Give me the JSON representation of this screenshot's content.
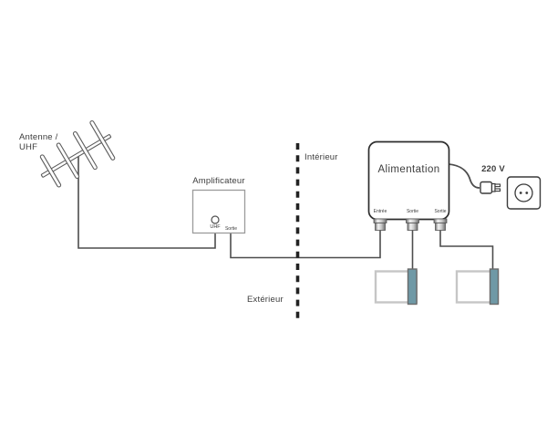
{
  "antenna": {
    "label": "Antenne /\nUHF"
  },
  "amplifier": {
    "title": "Amplificateur",
    "uhf_port": "UHF",
    "out_port": "Sortie"
  },
  "zones": {
    "interior": "Intérieur",
    "exterior": "Extérieur"
  },
  "power_supply": {
    "title": "Alimentation",
    "ports": [
      "Entrée",
      "Sortie",
      "Sortie"
    ]
  },
  "mains": {
    "voltage": "220 V"
  },
  "colors": {
    "cable": "#4d4d4d",
    "text": "#3c3c3c",
    "tuner_bar": "#6f99a6",
    "divider": "#222222"
  }
}
